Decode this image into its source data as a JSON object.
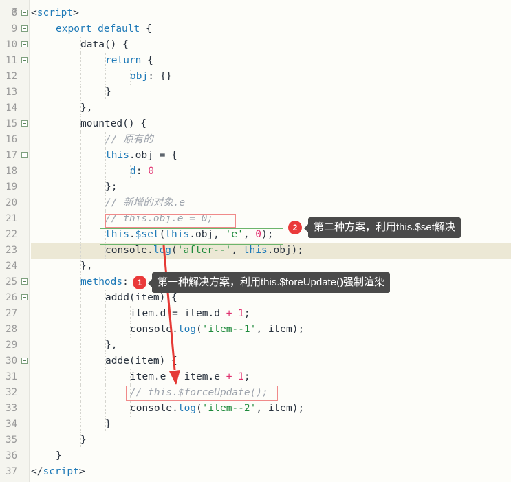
{
  "editor": {
    "first_line_number": "7",
    "active_line": 23,
    "lines": [
      {
        "n": "8",
        "fold": true,
        "indent": 0,
        "tokens": [
          [
            "pl",
            "<"
          ],
          [
            "kw",
            "script"
          ],
          [
            "pl",
            ">"
          ]
        ]
      },
      {
        "n": "9",
        "fold": true,
        "indent": 1,
        "tokens": [
          [
            "kw",
            "export"
          ],
          [
            "pl",
            " "
          ],
          [
            "kw",
            "default"
          ],
          [
            "pl",
            " {"
          ]
        ]
      },
      {
        "n": "10",
        "fold": true,
        "indent": 2,
        "tokens": [
          [
            "pl",
            "data() {"
          ]
        ]
      },
      {
        "n": "11",
        "fold": true,
        "indent": 3,
        "tokens": [
          [
            "kw",
            "return"
          ],
          [
            "pl",
            " {"
          ]
        ]
      },
      {
        "n": "12",
        "fold": false,
        "indent": 4,
        "tokens": [
          [
            "prop",
            "obj"
          ],
          [
            "pl",
            ": {}"
          ]
        ]
      },
      {
        "n": "13",
        "fold": false,
        "indent": 3,
        "tokens": [
          [
            "pl",
            "}"
          ]
        ]
      },
      {
        "n": "14",
        "fold": false,
        "indent": 2,
        "tokens": [
          [
            "pl",
            "},"
          ]
        ]
      },
      {
        "n": "15",
        "fold": true,
        "indent": 2,
        "tokens": [
          [
            "pl",
            "mounted() {"
          ]
        ]
      },
      {
        "n": "16",
        "fold": false,
        "indent": 3,
        "tokens": [
          [
            "cm",
            "// 原有的"
          ]
        ]
      },
      {
        "n": "17",
        "fold": true,
        "indent": 3,
        "tokens": [
          [
            "kw",
            "this"
          ],
          [
            "pl",
            ".obj = {"
          ]
        ]
      },
      {
        "n": "18",
        "fold": false,
        "indent": 4,
        "tokens": [
          [
            "prop",
            "d"
          ],
          [
            "pl",
            ": "
          ],
          [
            "num-lit",
            "0"
          ]
        ]
      },
      {
        "n": "19",
        "fold": false,
        "indent": 3,
        "tokens": [
          [
            "pl",
            "};"
          ]
        ]
      },
      {
        "n": "20",
        "fold": false,
        "indent": 3,
        "tokens": [
          [
            "cm",
            "// 新增的对象.e"
          ]
        ]
      },
      {
        "n": "21",
        "fold": false,
        "indent": 3,
        "tokens": [
          [
            "cm",
            "// this.obj.e = 0;"
          ]
        ]
      },
      {
        "n": "22",
        "fold": false,
        "indent": 3,
        "tokens": [
          [
            "kw",
            "this"
          ],
          [
            "pl",
            "."
          ],
          [
            "fn",
            "$set"
          ],
          [
            "pl",
            "("
          ],
          [
            "kw",
            "this"
          ],
          [
            "pl",
            ".obj, "
          ],
          [
            "str",
            "'e'"
          ],
          [
            "pl",
            ", "
          ],
          [
            "num-lit",
            "0"
          ],
          [
            "pl",
            ");"
          ]
        ]
      },
      {
        "n": "23",
        "fold": false,
        "indent": 3,
        "tokens": [
          [
            "pl",
            "console."
          ],
          [
            "fn",
            "log"
          ],
          [
            "pl",
            "("
          ],
          [
            "str",
            "'after--'"
          ],
          [
            "pl",
            ", "
          ],
          [
            "kw",
            "this"
          ],
          [
            "pl",
            ".obj);"
          ]
        ]
      },
      {
        "n": "24",
        "fold": false,
        "indent": 2,
        "tokens": [
          [
            "pl",
            "},"
          ]
        ]
      },
      {
        "n": "25",
        "fold": true,
        "indent": 2,
        "tokens": [
          [
            "prop",
            "methods"
          ],
          [
            "pl",
            ": {"
          ]
        ]
      },
      {
        "n": "26",
        "fold": true,
        "indent": 3,
        "tokens": [
          [
            "pl",
            "addd(item) {"
          ]
        ]
      },
      {
        "n": "27",
        "fold": false,
        "indent": 4,
        "tokens": [
          [
            "pl",
            "item.d = item.d "
          ],
          [
            "op",
            "+"
          ],
          [
            "pl",
            " "
          ],
          [
            "num-lit",
            "1"
          ],
          [
            "pl",
            ";"
          ]
        ]
      },
      {
        "n": "28",
        "fold": false,
        "indent": 4,
        "tokens": [
          [
            "pl",
            "console."
          ],
          [
            "fn",
            "log"
          ],
          [
            "pl",
            "("
          ],
          [
            "str",
            "'item--1'"
          ],
          [
            "pl",
            ", item);"
          ]
        ]
      },
      {
        "n": "29",
        "fold": false,
        "indent": 3,
        "tokens": [
          [
            "pl",
            "},"
          ]
        ]
      },
      {
        "n": "30",
        "fold": true,
        "indent": 3,
        "tokens": [
          [
            "pl",
            "adde(item) {"
          ]
        ]
      },
      {
        "n": "31",
        "fold": false,
        "indent": 4,
        "tokens": [
          [
            "pl",
            "item.e = item.e "
          ],
          [
            "op",
            "+"
          ],
          [
            "pl",
            " "
          ],
          [
            "num-lit",
            "1"
          ],
          [
            "pl",
            ";"
          ]
        ]
      },
      {
        "n": "32",
        "fold": false,
        "indent": 4,
        "tokens": [
          [
            "cm",
            "// this.$forceUpdate();"
          ]
        ]
      },
      {
        "n": "33",
        "fold": false,
        "indent": 4,
        "tokens": [
          [
            "pl",
            "console."
          ],
          [
            "fn",
            "log"
          ],
          [
            "pl",
            "("
          ],
          [
            "str",
            "'item--2'"
          ],
          [
            "pl",
            ", item);"
          ]
        ]
      },
      {
        "n": "34",
        "fold": false,
        "indent": 3,
        "tokens": [
          [
            "pl",
            "}"
          ]
        ]
      },
      {
        "n": "35",
        "fold": false,
        "indent": 2,
        "tokens": [
          [
            "pl",
            "}"
          ]
        ]
      },
      {
        "n": "36",
        "fold": false,
        "indent": 1,
        "tokens": [
          [
            "pl",
            "}"
          ]
        ]
      },
      {
        "n": "37",
        "fold": false,
        "indent": 0,
        "tokens": [
          [
            "pl",
            "</"
          ],
          [
            "kw",
            "script"
          ],
          [
            "pl",
            ">"
          ]
        ]
      }
    ]
  },
  "annotations": {
    "badge1": "1",
    "tip1": "第一种解决方案，利用this.$foreUpdate()强制渲染",
    "badge2": "2",
    "tip2": "第二种方案，利用this.$set解决"
  },
  "colors": {
    "red_box": "#f08a8a",
    "green_box": "#6cb56c",
    "arrow": "#e53935",
    "badge": "#ea3a3a",
    "tip_bg": "#4a4a4a",
    "active_line_bg": "#ece8d5"
  }
}
